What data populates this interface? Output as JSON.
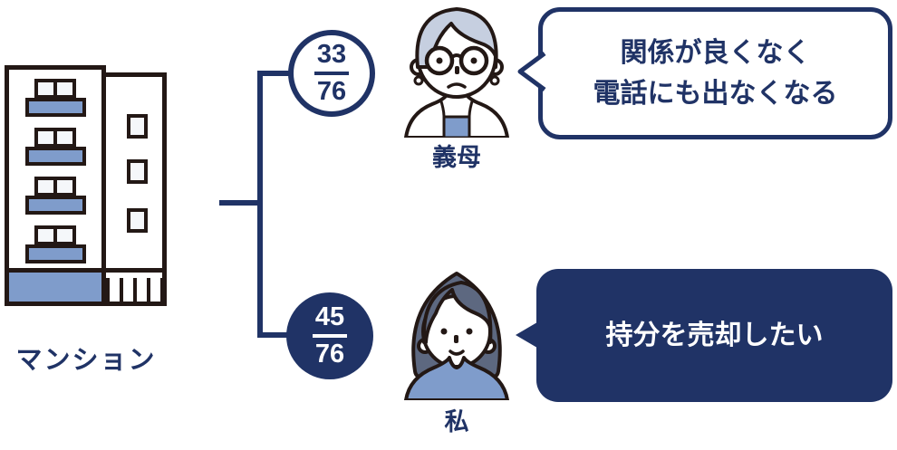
{
  "palette": {
    "navy": "#203366",
    "blue": "#7f9ccb",
    "outline_dark": "#231815",
    "hair_light_gray": "#c6cfe0",
    "hair_dark_gray": "#5d6880"
  },
  "property": {
    "label": "マンション"
  },
  "owners": [
    {
      "name": "義母",
      "share": {
        "numerator": "33",
        "denominator": "76"
      },
      "speech": {
        "line1": "関係が良くなく",
        "line2": "電話にも出なくなる",
        "style": "outline"
      }
    },
    {
      "name": "私",
      "share": {
        "numerator": "45",
        "denominator": "76"
      },
      "speech": {
        "line1": "持分を売却したい",
        "style": "filled"
      }
    }
  ]
}
